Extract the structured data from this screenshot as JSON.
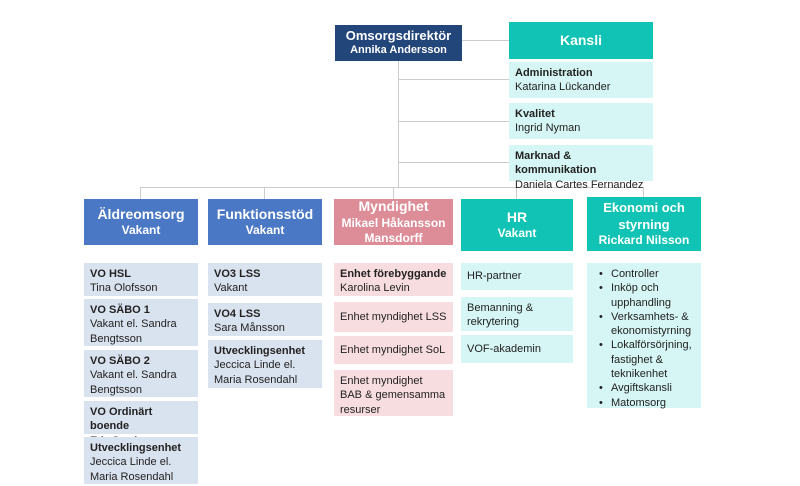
{
  "top": {
    "title": "Omsorgsdirektör",
    "name": "Annika Andersson"
  },
  "kansli": {
    "title": "Kansli",
    "items": [
      {
        "title": "Administration",
        "name": "Katarina Lückander"
      },
      {
        "title": "Kvalitet",
        "name": "Ingrid Nyman"
      },
      {
        "title": "Marknad & kommunikation",
        "name": "Daniela Cartes Fernandez"
      }
    ]
  },
  "departments": [
    {
      "title": "Äldreomsorg",
      "name": "Vakant",
      "items": [
        {
          "title": "VO HSL",
          "name": "Tina Olofsson"
        },
        {
          "title": "VO SÄBO 1",
          "name": "Vakant el. Sandra Bengtsson"
        },
        {
          "title": "VO SÄBO 2",
          "name": "Vakant el. Sandra Bengtsson"
        },
        {
          "title": "VO Ordinärt boende",
          "name": "Eric Semb"
        },
        {
          "title": "Utvecklingsenhet",
          "name": "Jeccica Linde el. Maria Rosendahl"
        }
      ]
    },
    {
      "title": "Funktionsstöd",
      "name": "Vakant",
      "items": [
        {
          "title": "VO3 LSS",
          "name": "Vakant"
        },
        {
          "title": "VO4 LSS",
          "name": "Sara Månsson"
        },
        {
          "title": "Utvecklingsenhet",
          "name": "Jeccica Linde el. Maria Rosendahl"
        }
      ]
    },
    {
      "title": "Myndighet",
      "name": "Mikael Håkansson Mansdorff",
      "items": [
        {
          "title": "Enhet förebyggande",
          "name": "Karolina Levin"
        },
        {
          "title": "Enhet myndighet LSS"
        },
        {
          "title": "Enhet myndighet SoL"
        },
        {
          "title": "Enhet myndighet BAB & gemensamma resurser"
        }
      ]
    },
    {
      "title": "HR",
      "name": "Vakant",
      "items": [
        {
          "title": "HR-partner"
        },
        {
          "title": "Bemanning & rekrytering"
        },
        {
          "title": "VOF-akademin"
        }
      ]
    },
    {
      "title": "Ekonomi och styrning",
      "name": "Rickard Nilsson",
      "items": [
        "Controller",
        "Inköp och upphandling",
        "Verksamhets- & ekonomistyrning",
        "Lokalförsörjning, fastighet & teknikenhet",
        "Avgiftskansli",
        "Matomsorg"
      ]
    }
  ],
  "colors": {
    "navy": "#23467a",
    "teal": "#10c3b5",
    "blue": "#4a78c4",
    "pink": "#dd8d97"
  }
}
